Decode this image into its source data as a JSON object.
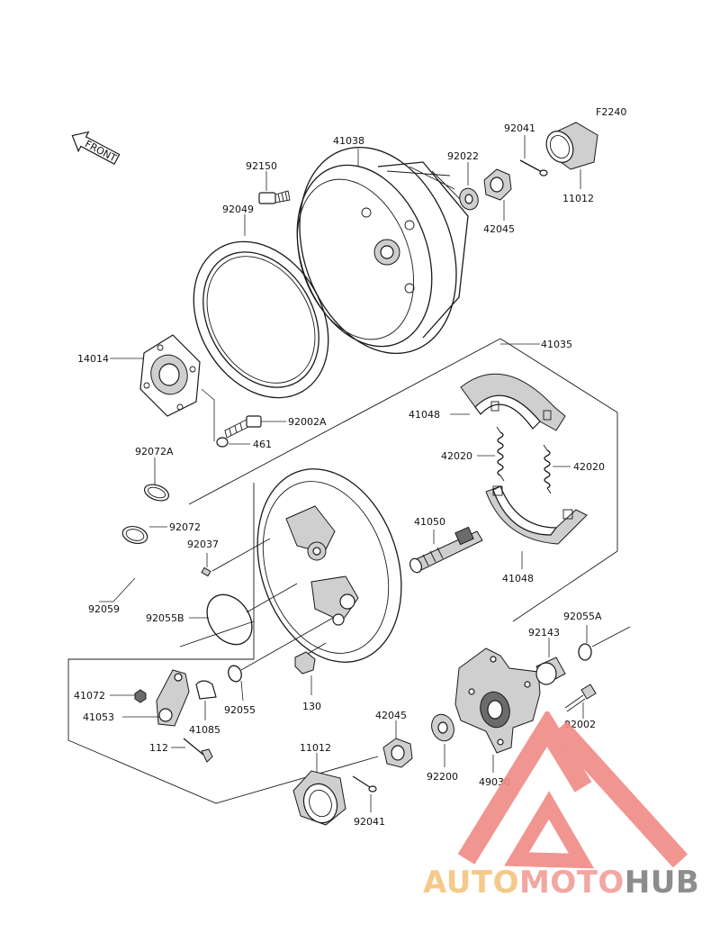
{
  "figure_code": "F2240",
  "front_label": "FRONT",
  "parts": {
    "p41038": "41038",
    "p92150": "92150",
    "p92049": "92049",
    "p92022": "92022",
    "p92041_top": "92041",
    "p11012_top": "11012",
    "p42045_top": "42045",
    "p41035": "41035",
    "p14014": "14014",
    "p92002A": "92002A",
    "p461": "461",
    "p41048_top": "41048",
    "p42020_left": "42020",
    "p42020_right": "42020",
    "p92072A": "92072A",
    "p92072": "92072",
    "p92037": "92037",
    "p41050": "41050",
    "p41048_bottom": "41048",
    "p92059": "92059",
    "p92055B": "92055B",
    "p92143": "92143",
    "p92055A": "92055A",
    "p41072": "41072",
    "p41053": "41053",
    "p41085": "41085",
    "p92055": "92055",
    "p130": "130",
    "p92002": "92002",
    "p112": "112",
    "p42045_bottom": "42045",
    "p11012_bottom": "11012",
    "p92200": "92200",
    "p49030": "49030",
    "p92041_bottom": "92041"
  },
  "watermark": {
    "word1": "AUTO",
    "word2": "MOTO",
    "word3": "HUB",
    "colors": {
      "auto": "#f5c98a",
      "moto": "#f3a7a2",
      "hub": "#8d8d8d",
      "logo": "#f08a84"
    }
  }
}
